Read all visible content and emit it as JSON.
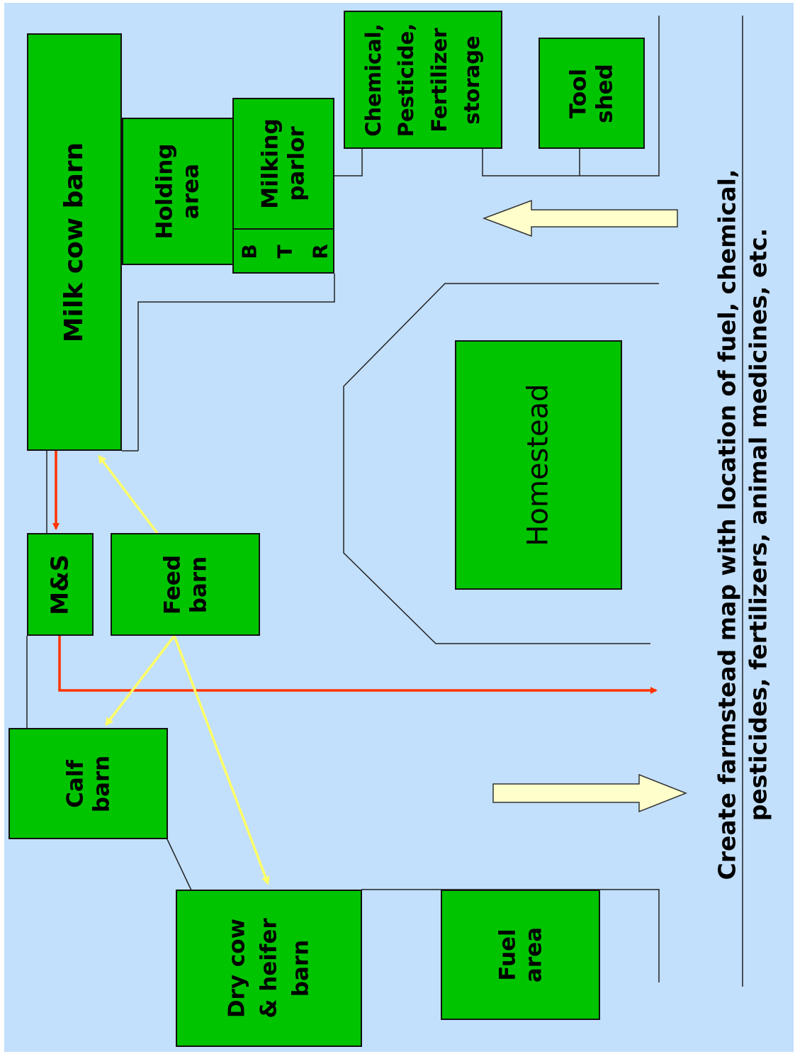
{
  "colors": {
    "background": "#c2dffb",
    "building": "#00c400",
    "arrow_red": "#ff3300",
    "arrow_yellow": "#ffff66",
    "block_arrow_fill": "#ffffcc"
  },
  "buildings": {
    "milk_cow_barn": "Milk cow barn",
    "holding_area": [
      "Holding",
      "area"
    ],
    "milking_parlor": [
      "Milking",
      "parlor"
    ],
    "btr": [
      "B",
      "T",
      "R"
    ],
    "chemical_storage": [
      "Chemical,",
      "Pesticide,",
      "Fertilizer",
      "storage"
    ],
    "tool_shed": [
      "Tool",
      "shed"
    ],
    "ms": "M&S",
    "feed_barn": [
      "Feed",
      "barn"
    ],
    "calf_barn": [
      "Calf",
      "barn"
    ],
    "dry_cow_barn": [
      "Dry cow",
      "& heifer",
      "barn"
    ],
    "fuel_area": [
      "Fuel",
      "area"
    ],
    "homestead": "Homestead"
  },
  "caption": {
    "line1": "Create farmstead map with location of fuel, chemical,",
    "line2": "pesticides, fertilizers, animal medicines, etc."
  }
}
